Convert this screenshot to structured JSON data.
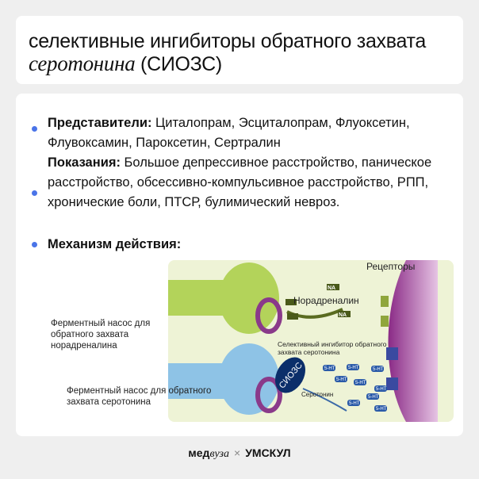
{
  "header": {
    "title_part1": "селективные ингибиторы обратного захвата ",
    "title_italic": "серотонина",
    "title_part2": " (СИОЗС)"
  },
  "items": [
    {
      "label": "Представители:",
      "text": " Циталопрам, Эсциталопрам, Флуоксетин, Флувоксамин, Пароксетин, Сертралин"
    },
    {
      "label": "Показания:",
      "text": " Большое депрессивное расстройство, паническое расстройство, обсессивно-компульсивное расстройство, РПП, хронические боли, ПТСР, булимический невроз."
    },
    {
      "label": "Механизм действия:",
      "text": ""
    }
  ],
  "diagram": {
    "receptors": "Рецепторы",
    "noradrenaline": "Норадреналин",
    "na": "NA",
    "ht": "5-HT",
    "ssri": "СИОЗС",
    "serotonin": "Серотонин",
    "inhibitor": "Селективный ингибитор обратного захвата серотонина",
    "pump_na": "Ферментный насос для обратного захвата норадреналина",
    "pump_5ht": "Ферментный насос для обратного захвата серотонина"
  },
  "footer": {
    "brand1_a": "мед",
    "brand1_b": "вуза",
    "sep": "×",
    "brand2": "УМСКУЛ"
  },
  "colors": {
    "accent": "#4a74e8"
  }
}
